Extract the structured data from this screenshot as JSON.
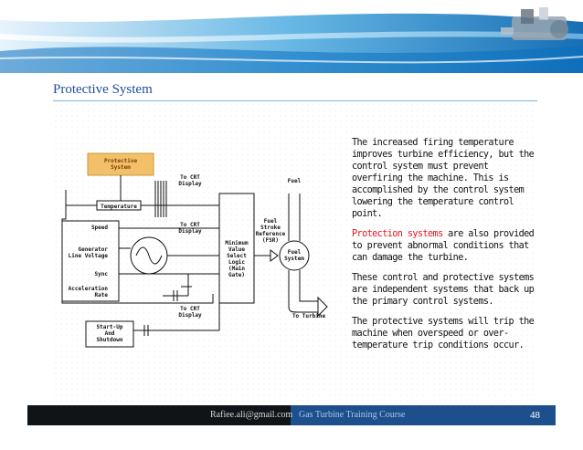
{
  "slide": {
    "title": "Protective System",
    "diagram": {
      "protective_system": "Protective\nSystem",
      "temperature": "Temperature",
      "speed": "Speed",
      "generator_line_voltage": "Generator\nLine Voltage",
      "sync": "Sync",
      "acceleration_rate": "Acceleration\nRate",
      "startup_shutdown": "Start-Up\nAnd\nShutdown",
      "crt_display_1": "To CRT\nDisplay",
      "crt_display_2": "To CRT\nDisplay",
      "crt_display_3": "To CRT\nDisplay",
      "min_value_logic": "Minimum\nValue\nSelect\nLogic\n(Main\nGate)",
      "fsr": "Fuel\nStroke\nReference\n(FSR)",
      "fuel": "Fuel",
      "fuel_system": "Fuel\nSystem",
      "to_turbine": "To Turbine"
    },
    "paragraphs": [
      {
        "text": "The increased firing temperature improves turbine efficiency, but the control system must prevent overfiring the machine. This is accomplished by the control system lowering the temperature control point."
      },
      {
        "highlight": "Protection systems",
        "text": " are also provided to prevent abnormal conditions that can damage the turbine."
      },
      {
        "text": "These control and protective systems are independent systems that back up the primary control systems."
      },
      {
        "text": "The protective systems will trip the machine when overspeed or over-temperature trip conditions occur."
      }
    ]
  },
  "footer": {
    "email": "Rafiee.ali@gmail.com",
    "course": "Gas Turbine Training Course",
    "page": "48"
  },
  "colors": {
    "title": "#1f4e9a",
    "highlight": "#e0141e",
    "protective_box": "#f3c06a",
    "footer_dark": "#0e1418",
    "footer_blue": "#1d4f8c"
  }
}
